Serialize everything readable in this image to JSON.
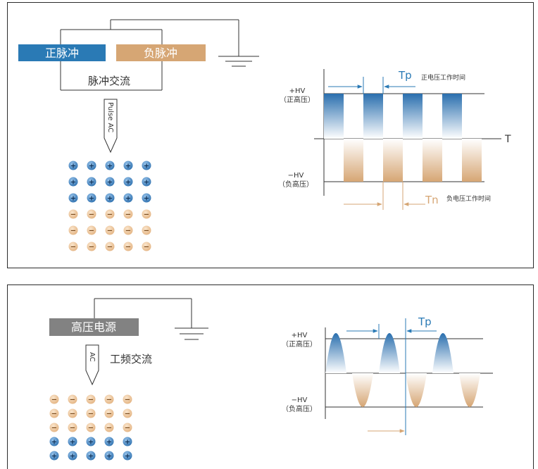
{
  "top_panel": {
    "positive_pulse_label": "正脉冲",
    "negative_pulse_label": "负脉冲",
    "supply_label": "脉冲交流",
    "arrow_label": "Pulse AC",
    "plus_hv_label": "+HV",
    "plus_hv_sub": "（正高压）",
    "minus_hv_label": "−HV",
    "minus_hv_sub": "（负高压）",
    "time_axis_label": "T",
    "tp_label": "Tp",
    "tp_desc": "正电压工作时间",
    "tn_label": "Tn",
    "tn_desc": "负电压工作时间",
    "ion_rows": [
      "+",
      "+",
      "+",
      "−",
      "−",
      "−"
    ]
  },
  "bottom_panel": {
    "supply_label": "高压电源",
    "arrow_label": "AC",
    "ac_label": "工频交流",
    "plus_hv_label": "+HV",
    "plus_hv_sub": "（正高压）",
    "minus_hv_label": "−HV",
    "minus_hv_sub": "（负高压）",
    "tp_label": "Tp",
    "ion_rows": [
      "−",
      "−",
      "−",
      "+",
      "+",
      "+"
    ]
  },
  "colors": {
    "positive_blue": "#2a7ab5",
    "negative_orange": "#d6a674",
    "supply_gray": "#828282",
    "line": "#333333"
  }
}
